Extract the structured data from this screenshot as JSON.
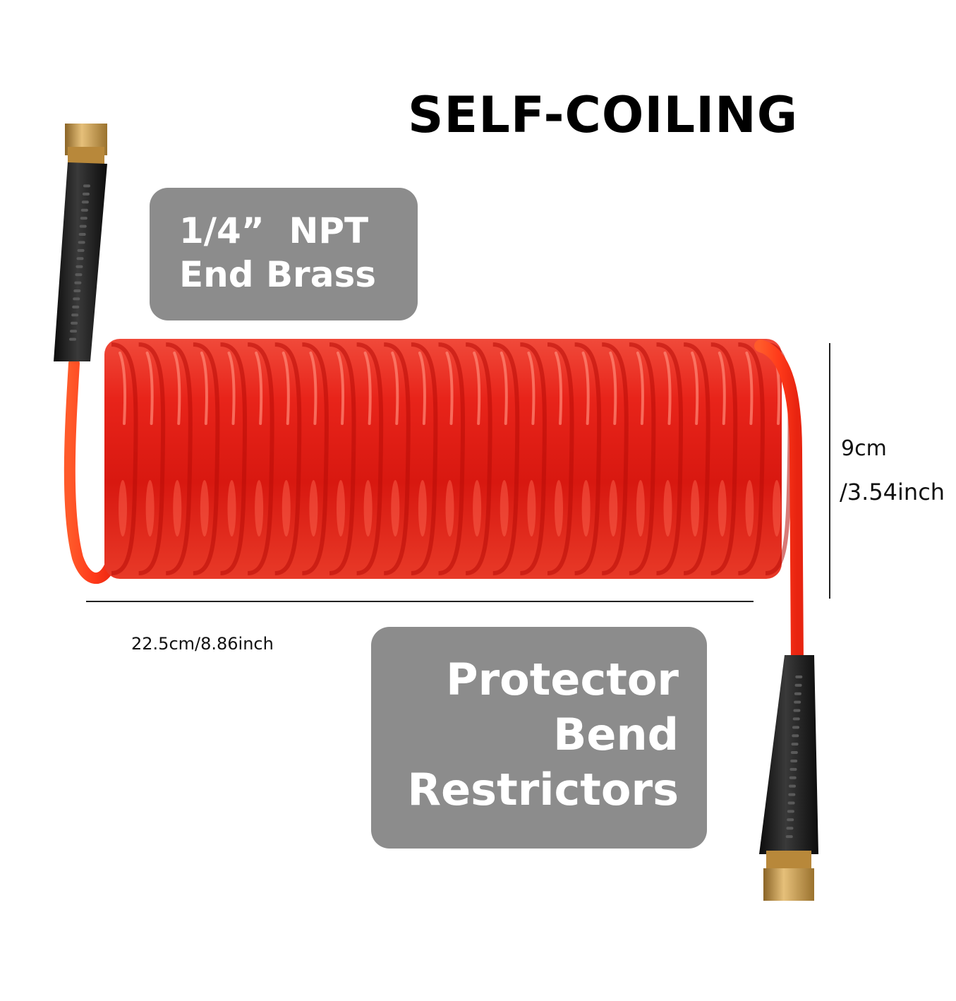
{
  "headline": "SELF-COILING",
  "callouts": {
    "fitting": {
      "line1": "1/4”  NPT",
      "line2": "End Brass"
    },
    "protector": {
      "line1": "Protector",
      "line2": "Bend",
      "line3": "Restrictors"
    }
  },
  "dimensions": {
    "length": "22.5cm/8.86inch",
    "diameter_line1": "9cm",
    "diameter_line2": "/3.54inch"
  },
  "colors": {
    "hose": "#e8241a",
    "callout_box": "#8c8c8c",
    "sleeve": "#1a1a1a",
    "brass": "#c99a45"
  }
}
